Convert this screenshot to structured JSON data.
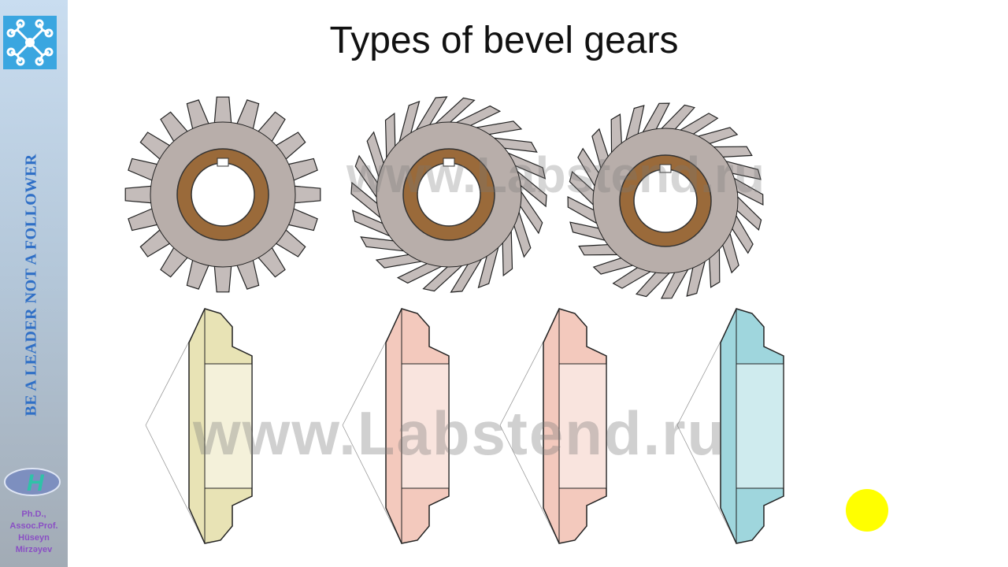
{
  "slide": {
    "title": "Types of bevel gears",
    "watermark": "www.Labstend.ru"
  },
  "sidebar": {
    "logo_icon": "network-snowflake-icon",
    "motto": "BE A LEADER NOT A FOLLOWER",
    "badge_icon": "h-emblem-logo",
    "author_lines": [
      "Ph.D.,",
      "Assoc.Prof.",
      "Hüseyn",
      "Mirzəyev"
    ]
  },
  "gears": [
    {
      "type": "straight",
      "color": "#b0a8a6"
    },
    {
      "type": "helical",
      "color": "#b0a8a6"
    },
    {
      "type": "spiral",
      "color": "#b0a8a6"
    }
  ],
  "sections": [
    {
      "color": "#e8e3b5"
    },
    {
      "color": "#f3c9bd"
    },
    {
      "color": "#f3c9bd"
    },
    {
      "color": "#9fd6dd"
    }
  ],
  "colors": {
    "hub": "#9a6a3a",
    "pointer": "#ffff00",
    "motto": "#2f6fc6",
    "author": "#8a4fc4"
  }
}
